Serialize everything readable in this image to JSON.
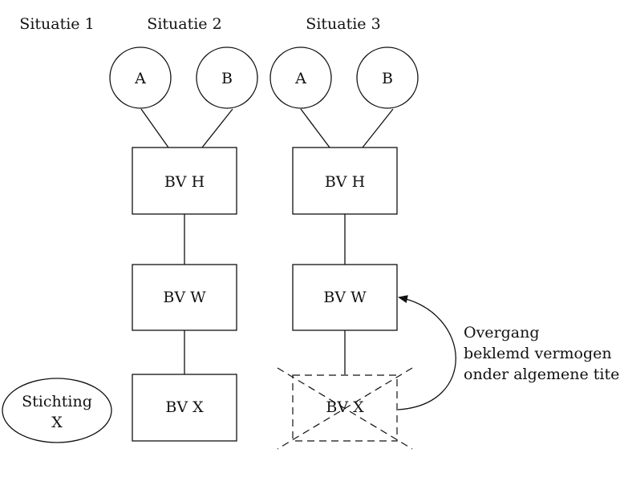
{
  "headings": {
    "situatie1": "Situatie 1",
    "situatie2": "Situatie 2",
    "situatie3": "Situatie 3"
  },
  "situatie1": {
    "stichting_line1": "Stichting",
    "stichting_line2": "X"
  },
  "situatie2": {
    "shareholder_a": "A",
    "shareholder_b": "B",
    "bv_h": "BV H",
    "bv_w": "BV W",
    "bv_x": "BV X"
  },
  "situatie3": {
    "shareholder_a": "A",
    "shareholder_b": "B",
    "bv_h": "BV H",
    "bv_w": "BV W",
    "bv_x": "BV X"
  },
  "annotation": {
    "line1": "Overgang",
    "line2": "beklemd vermogen",
    "line3": "onder algemene titel"
  }
}
